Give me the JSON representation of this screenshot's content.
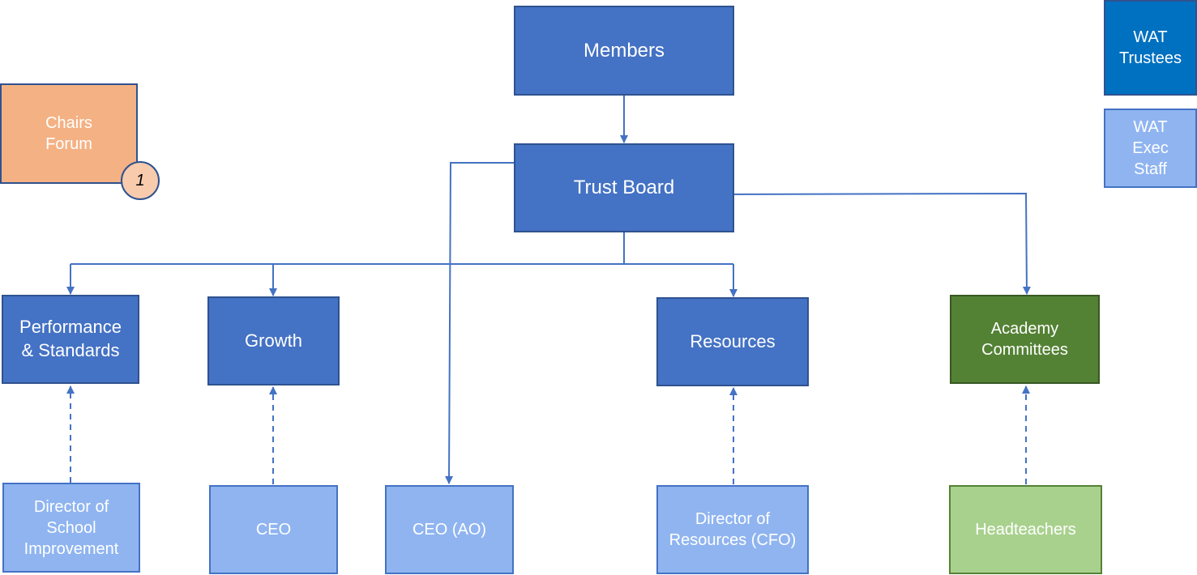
{
  "nodes": {
    "members": "Members",
    "trust_board": "Trust Board",
    "chairs_forum": "Chairs\nForum",
    "chairs_forum_badge": "1",
    "performance_standards": "Performance\n& Standards",
    "growth": "Growth",
    "resources": "Resources",
    "academy_committees": "Academy\nCommittees",
    "director_school_improvement": "Director of\nSchool\nImprovement",
    "ceo": "CEO",
    "ceo_ao": "CEO (AO)",
    "director_resources_cfo": "Director of\nResources (CFO)",
    "headteachers": "Headteachers"
  },
  "legend": {
    "trustees": "WAT\nTrustees",
    "exec_staff": "WAT\nExec\nStaff"
  },
  "colors": {
    "line": "#4472C4",
    "trustee_box": "#4472C4",
    "exec_box": "#8FB4F0",
    "academy_committee_box": "#548235",
    "headteacher_box": "#A9D18E",
    "chairs_forum_box": "#F4B183",
    "legend_trustees": "#0070C0"
  }
}
